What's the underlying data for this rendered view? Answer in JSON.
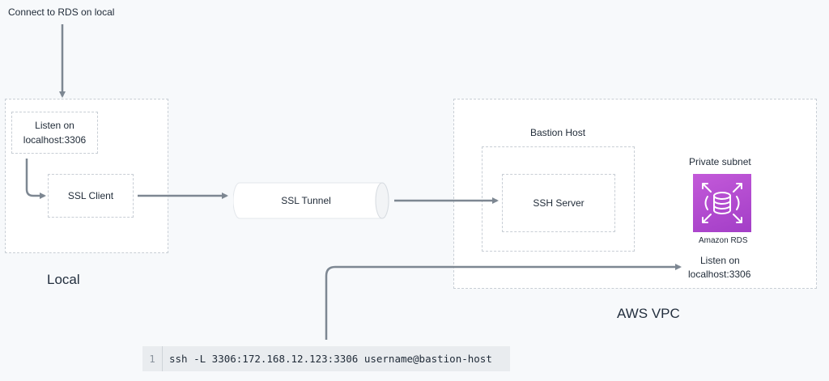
{
  "diagram": {
    "top_instruction": "Connect to RDS on local",
    "local": {
      "title": "Local",
      "listen_box": {
        "line1": "Listen on",
        "line2": "localhost:3306"
      },
      "ssl_client": "SSL Client"
    },
    "tunnel": {
      "label": "SSL Tunnel"
    },
    "aws": {
      "title": "AWS VPC",
      "bastion_host_label": "Bastion Host",
      "ssh_server": "SSH Server",
      "private_subnet_label": "Private subnet",
      "rds_label": "Amazon RDS",
      "rds_icon": "database-icon",
      "listen": {
        "line1": "Listen on",
        "line2": "localhost:3306"
      }
    },
    "command": {
      "line_number": "1",
      "text": "ssh -L 3306:172.168.12.123:3306 username@bastion-host"
    },
    "colors": {
      "arrow": "#7d8792",
      "dashed_border": "#c8ced5",
      "rds_purple": "#b04bd0"
    }
  }
}
